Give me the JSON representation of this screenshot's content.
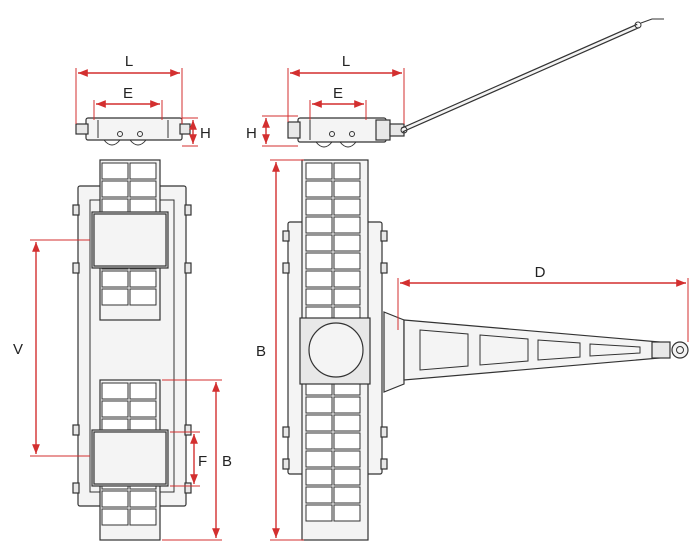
{
  "dimensions": {
    "L": "L",
    "E": "E",
    "H": "H",
    "V": "V",
    "B": "B",
    "F": "F",
    "D": "D"
  },
  "colors": {
    "dimension_line": "#d32f2f",
    "outline": "#333333",
    "fill": "#f4f4f4"
  }
}
